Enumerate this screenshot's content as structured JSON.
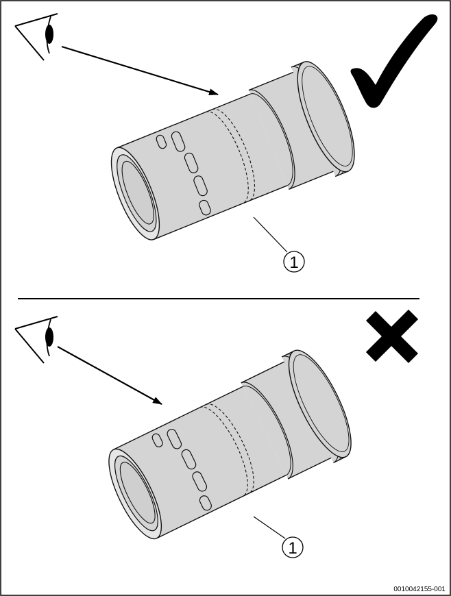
{
  "figure_id": "0010042155-001",
  "panels": [
    {
      "id": "correct",
      "verdict_icon": "checkmark-icon",
      "callout": "1",
      "colors": {
        "pipe": "#d4d4d4",
        "line": "#111111",
        "verdict": "#000000"
      }
    },
    {
      "id": "incorrect",
      "verdict_icon": "cross-icon",
      "callout": "1",
      "colors": {
        "pipe": "#d4d4d4",
        "line": "#111111",
        "verdict": "#000000"
      }
    }
  ]
}
